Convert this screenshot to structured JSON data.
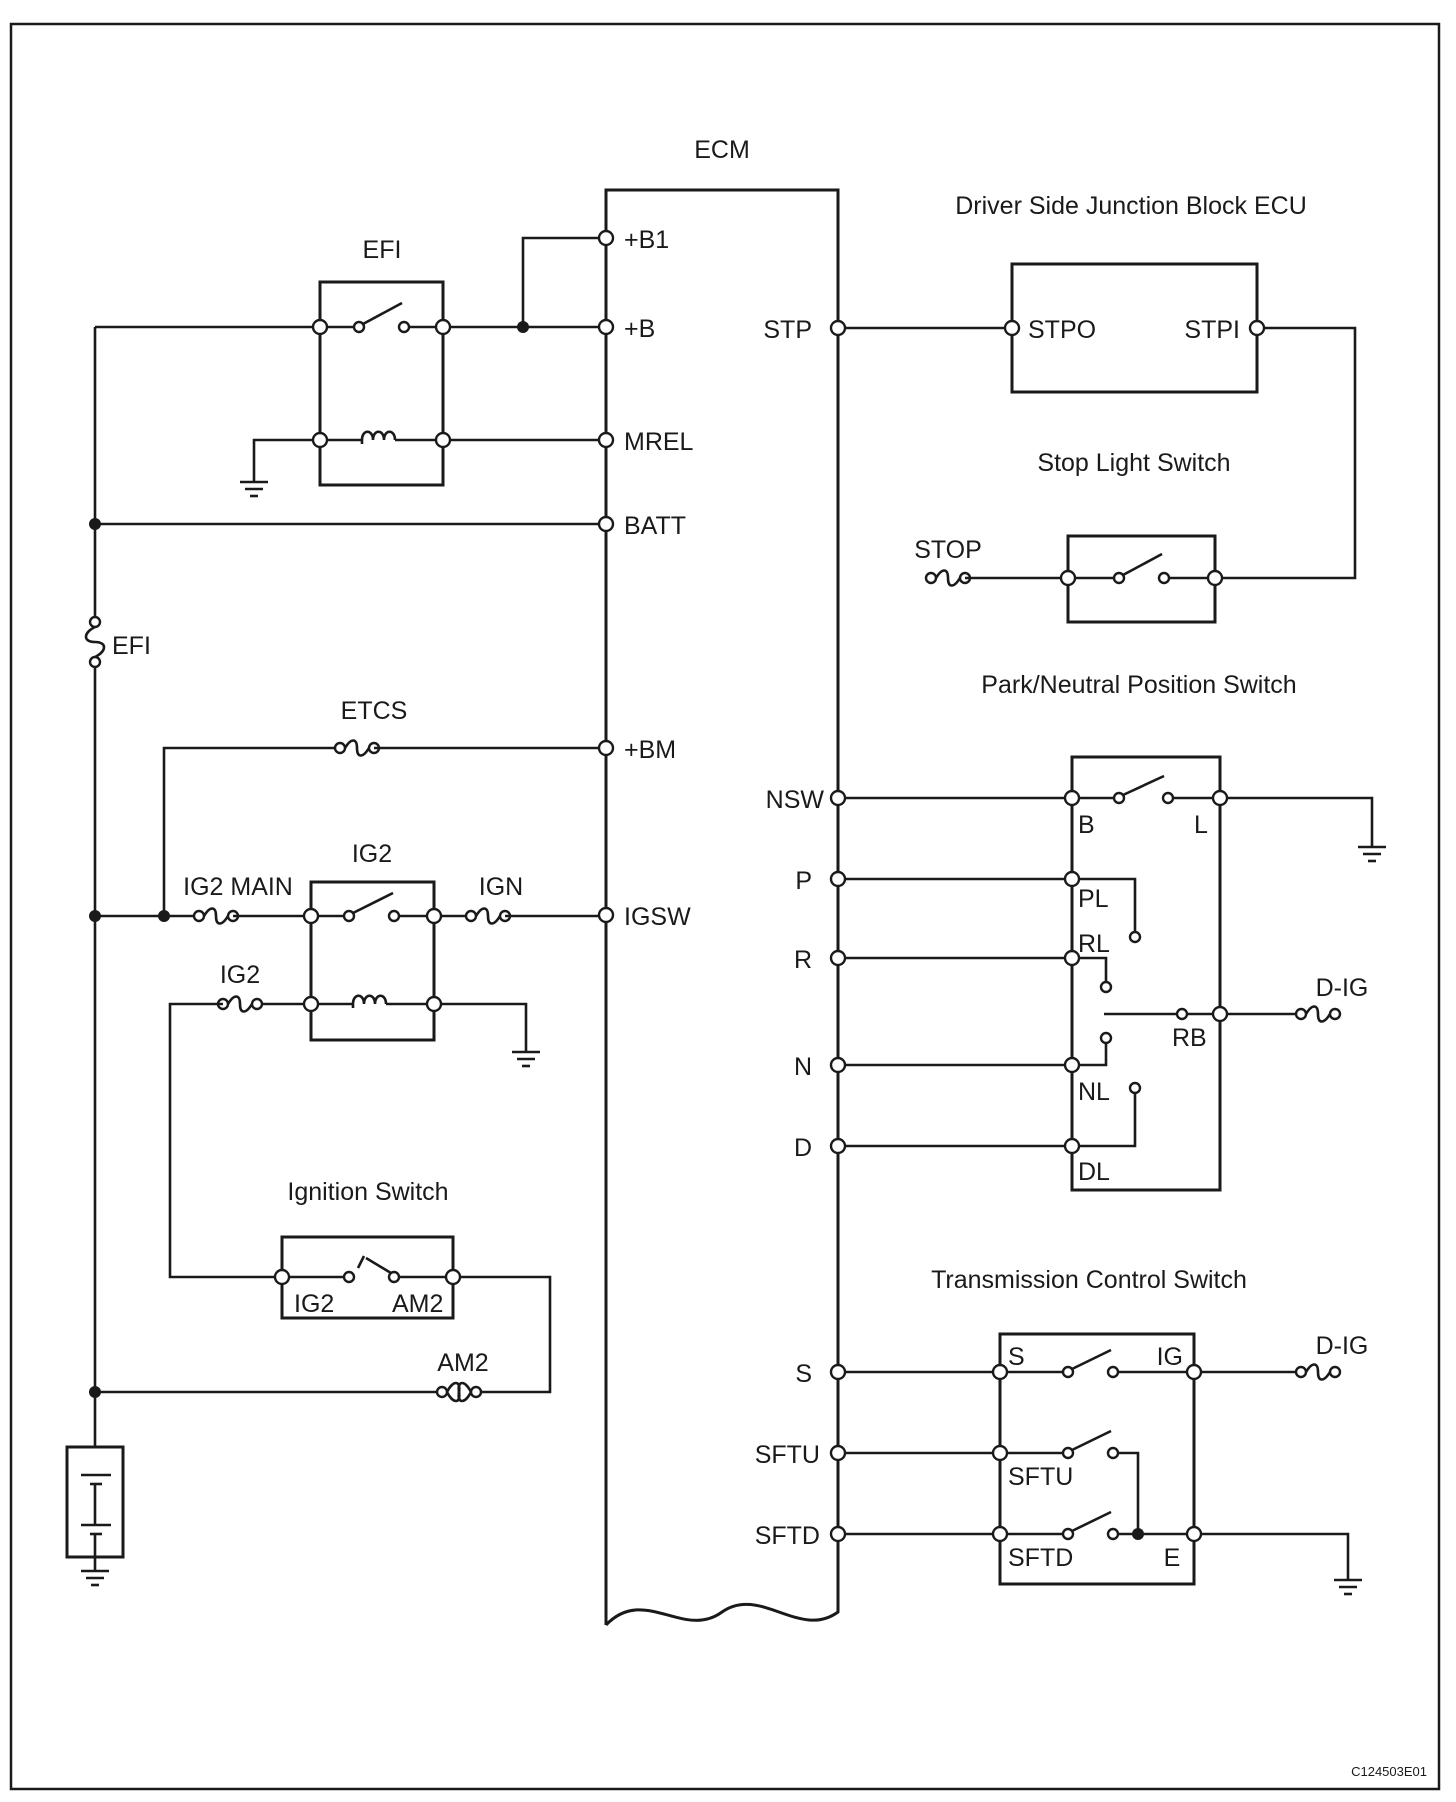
{
  "ecm": {
    "title": "ECM",
    "pins_left": [
      "+B1",
      "+B",
      "MREL",
      "BATT",
      "+BM",
      "IGSW"
    ],
    "pins_right": [
      "STP",
      "NSW",
      "P",
      "R",
      "N",
      "D",
      "S",
      "SFTU",
      "SFTD"
    ]
  },
  "efi_relay": {
    "title": "EFI"
  },
  "efi_fuse": {
    "label": "EFI"
  },
  "etcs_fuse": {
    "label": "ETCS"
  },
  "ig2_relay": {
    "title": "IG2"
  },
  "ig2_main_fuse": {
    "label": "IG2 MAIN"
  },
  "ign_fuse": {
    "label": "IGN"
  },
  "ig2_fuse": {
    "label": "IG2"
  },
  "am2_fuse": {
    "label": "AM2"
  },
  "ignition_switch": {
    "title": "Ignition Switch",
    "terminals": [
      "IG2",
      "AM2"
    ]
  },
  "junction_block": {
    "title": "Driver Side Junction Block ECU",
    "terminals": [
      "STPO",
      "STPI"
    ]
  },
  "stop_light_switch": {
    "title": "Stop Light Switch",
    "fuse": "STOP"
  },
  "pnp_switch": {
    "title": "Park/Neutral Position Switch",
    "terminals": [
      "B",
      "L",
      "PL",
      "RL",
      "RB",
      "NL",
      "DL"
    ],
    "fuse": "D-IG"
  },
  "transmission_switch": {
    "title": "Transmission Control Switch",
    "terminals": [
      "S",
      "IG",
      "SFTU",
      "SFTD",
      "E"
    ],
    "fuse": "D-IG"
  },
  "figure_code": "C124503E01"
}
